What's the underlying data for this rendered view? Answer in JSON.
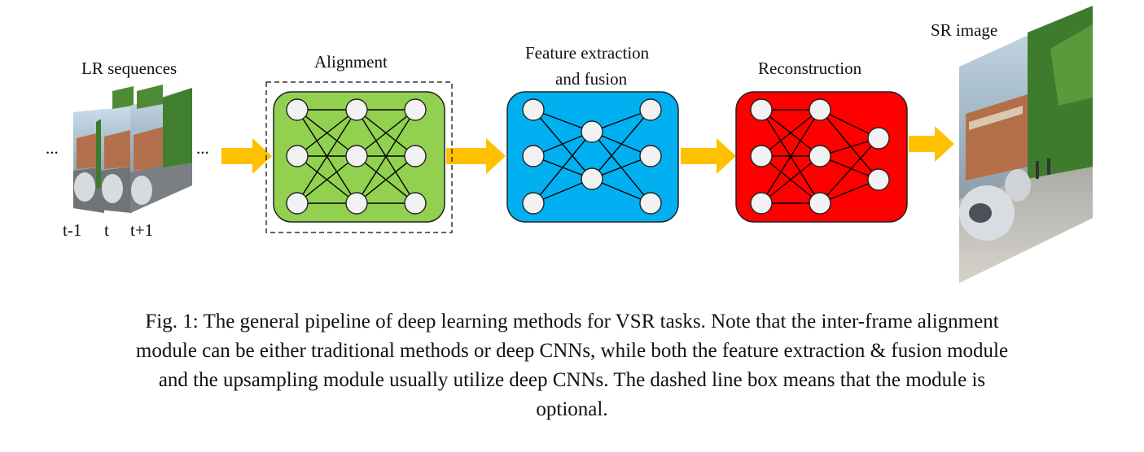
{
  "labels": {
    "lr_sequences": "LR sequences",
    "alignment": "Alignment",
    "feature_line1": "Feature extraction",
    "feature_line2": "and fusion",
    "reconstruction": "Reconstruction",
    "sr_image": "SR image",
    "frame_prev": "t-1",
    "frame_curr": "t",
    "frame_next": "t+1",
    "ellipsis": "..."
  },
  "colors": {
    "alignment": "#92d050",
    "feature": "#00b0f0",
    "reconstruction": "#ff0000",
    "arrow": "#ffc000",
    "node": "#f2f2f2"
  },
  "caption": {
    "line1": "Fig. 1: The general pipeline of deep learning methods for VSR tasks. Note that the inter-frame alignment",
    "line2": "module can be either traditional methods or deep CNNs, while both the feature extraction & fusion module",
    "line3": "and the upsampling module usually utilize deep CNNs. The dashed line box means that the module is",
    "line4": "optional."
  }
}
